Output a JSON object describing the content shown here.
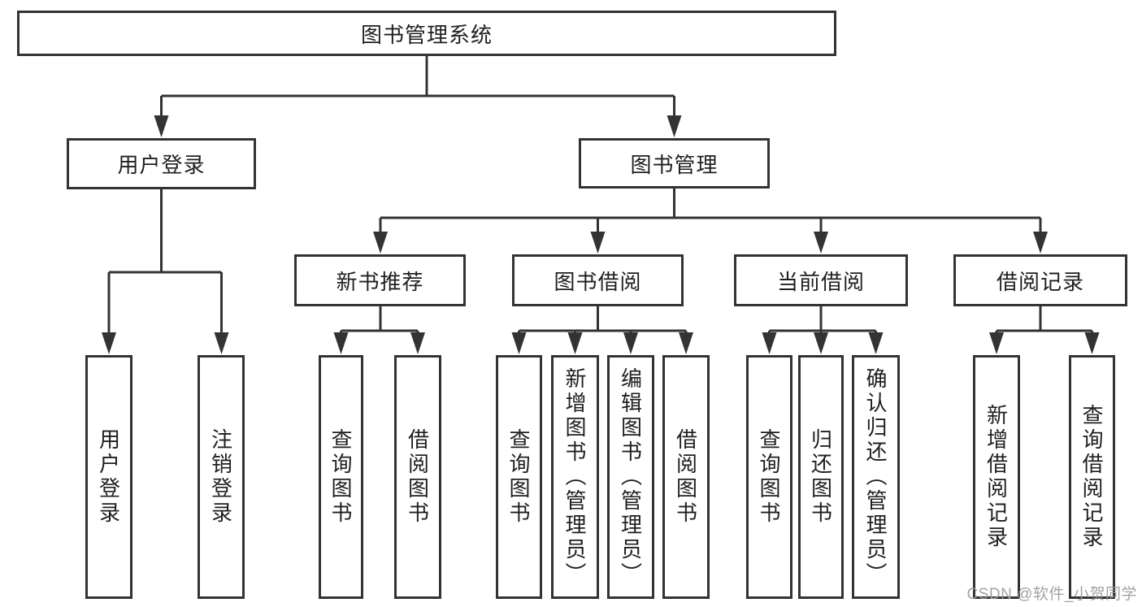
{
  "diagram": {
    "root": {
      "label": "图书管理系统"
    },
    "level2": [
      {
        "label": "用户登录",
        "parent": "图书管理系统"
      },
      {
        "label": "图书管理",
        "parent": "图书管理系统"
      }
    ],
    "level3": [
      {
        "label": "新书推荐",
        "parent": "图书管理"
      },
      {
        "label": "图书借阅",
        "parent": "图书管理"
      },
      {
        "label": "当前借阅",
        "parent": "图书管理"
      },
      {
        "label": "借阅记录",
        "parent": "图书管理"
      }
    ],
    "leaves": [
      {
        "label": "用户登录",
        "parent": "用户登录"
      },
      {
        "label": "注销登录",
        "parent": "用户登录"
      },
      {
        "label": "查询图书",
        "parent": "新书推荐"
      },
      {
        "label": "借阅图书",
        "parent": "新书推荐"
      },
      {
        "label": "查询图书",
        "parent": "图书借阅"
      },
      {
        "label": "新增图书（管理员）",
        "parent": "图书借阅"
      },
      {
        "label": "编辑图书（管理员）",
        "parent": "图书借阅"
      },
      {
        "label": "借阅图书",
        "parent": "图书借阅"
      },
      {
        "label": "查询图书",
        "parent": "当前借阅"
      },
      {
        "label": "归还图书",
        "parent": "当前借阅"
      },
      {
        "label": "确认归还（管理员）",
        "parent": "当前借阅"
      },
      {
        "label": "新增借阅记录",
        "parent": "借阅记录"
      },
      {
        "label": "查询借阅记录",
        "parent": "借阅记录"
      }
    ]
  },
  "watermark": {
    "text": "CSDN @软件_小贺同学"
  },
  "colors": {
    "line": "#333333",
    "text": "#1f1f1f",
    "background": "#ffffff",
    "watermark": "#9b9b9b"
  }
}
